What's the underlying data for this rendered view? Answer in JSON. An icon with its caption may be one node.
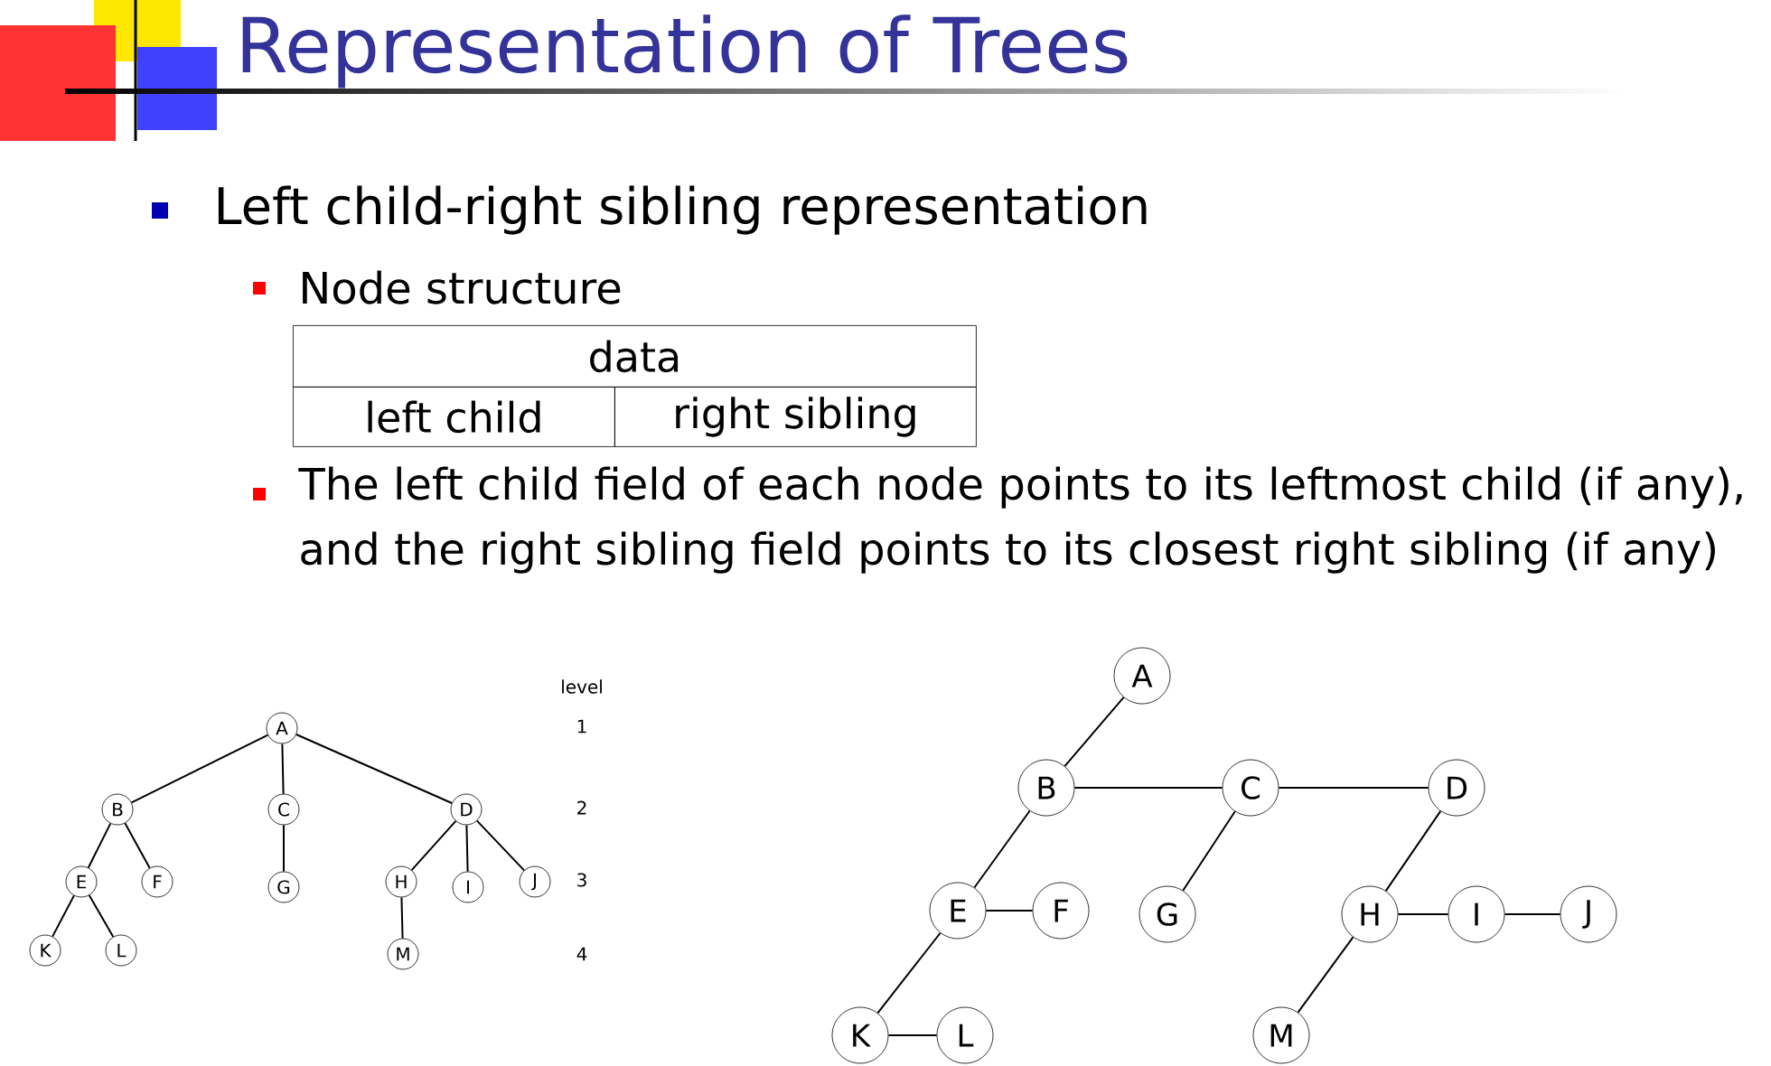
{
  "diagram": {
    "title": "Representation of Trees",
    "nodes": [
      {
        "text": [
          "A"
        ]
      },
      {
        "text": [
          "B"
        ]
      },
      {
        "text": [
          "C"
        ]
      },
      {
        "text": [
          "D"
        ]
      },
      {
        "text": [
          "E"
        ]
      },
      {
        "text": [
          "F"
        ]
      },
      {
        "text": [
          "G"
        ]
      },
      {
        "text": [
          "H"
        ]
      },
      {
        "text": [
          "I"
        ]
      },
      {
        "text": [
          "J"
        ]
      },
      {
        "text": [
          "K"
        ]
      },
      {
        "text": [
          "L"
        ]
      },
      {
        "text": [
          "M"
        ]
      },
      {
        "text": [
          "A"
        ]
      },
      {
        "text": [
          "B"
        ]
      },
      {
        "text": [
          "C"
        ]
      },
      {
        "text": [
          "D"
        ]
      },
      {
        "text": [
          "E"
        ]
      },
      {
        "text": [
          "F"
        ]
      },
      {
        "text": [
          "G"
        ]
      },
      {
        "text": [
          "H"
        ]
      },
      {
        "text": [
          "I"
        ]
      },
      {
        "text": [
          "J"
        ]
      },
      {
        "text": [
          "K"
        ]
      },
      {
        "text": [
          "L"
        ]
      },
      {
        "text": [
          "M"
        ]
      }
    ],
    "edges": [
      {
        "from": 0,
        "to": 1,
        "arrow": "none"
      },
      {
        "from": 0,
        "to": 2,
        "arrow": "none"
      },
      {
        "from": 0,
        "to": 3,
        "arrow": "none"
      },
      {
        "from": 1,
        "to": 4,
        "arrow": "none"
      },
      {
        "from": 1,
        "to": 5,
        "arrow": "none"
      },
      {
        "from": 2,
        "to": 6,
        "arrow": "none"
      },
      {
        "from": 3,
        "to": 7,
        "arrow": "none"
      },
      {
        "from": 3,
        "to": 8,
        "arrow": "none"
      },
      {
        "from": 3,
        "to": 9,
        "arrow": "none"
      },
      {
        "from": 4,
        "to": 10,
        "arrow": "none"
      },
      {
        "from": 4,
        "to": 11,
        "arrow": "none"
      },
      {
        "from": 7,
        "to": 12,
        "arrow": "none"
      },
      {
        "from": 13,
        "to": 14,
        "arrow": "none"
      },
      {
        "from": 14,
        "to": 15,
        "arrow": "none"
      },
      {
        "from": 15,
        "to": 16,
        "arrow": "none"
      },
      {
        "from": 14,
        "to": 17,
        "arrow": "none"
      },
      {
        "from": 17,
        "to": 18,
        "arrow": "none"
      },
      {
        "from": 15,
        "to": 19,
        "arrow": "none"
      },
      {
        "from": 16,
        "to": 20,
        "arrow": "none"
      },
      {
        "from": 20,
        "to": 21,
        "arrow": "none"
      },
      {
        "from": 21,
        "to": 22,
        "arrow": "none"
      },
      {
        "from": 17,
        "to": 23,
        "arrow": "none"
      },
      {
        "from": 23,
        "to": 24,
        "arrow": "none"
      },
      {
        "from": 20,
        "to": 25,
        "arrow": "none"
      }
    ],
    "labels": [
      "Left child-right sibling representation",
      "Node structure",
      "data",
      "left child",
      "right sibling",
      "The left child field of each node points to its leftmost child (if any), and the right sibling field points to its closest right sibling (if any)",
      "level",
      "1",
      "2",
      "3",
      "4"
    ]
  }
}
